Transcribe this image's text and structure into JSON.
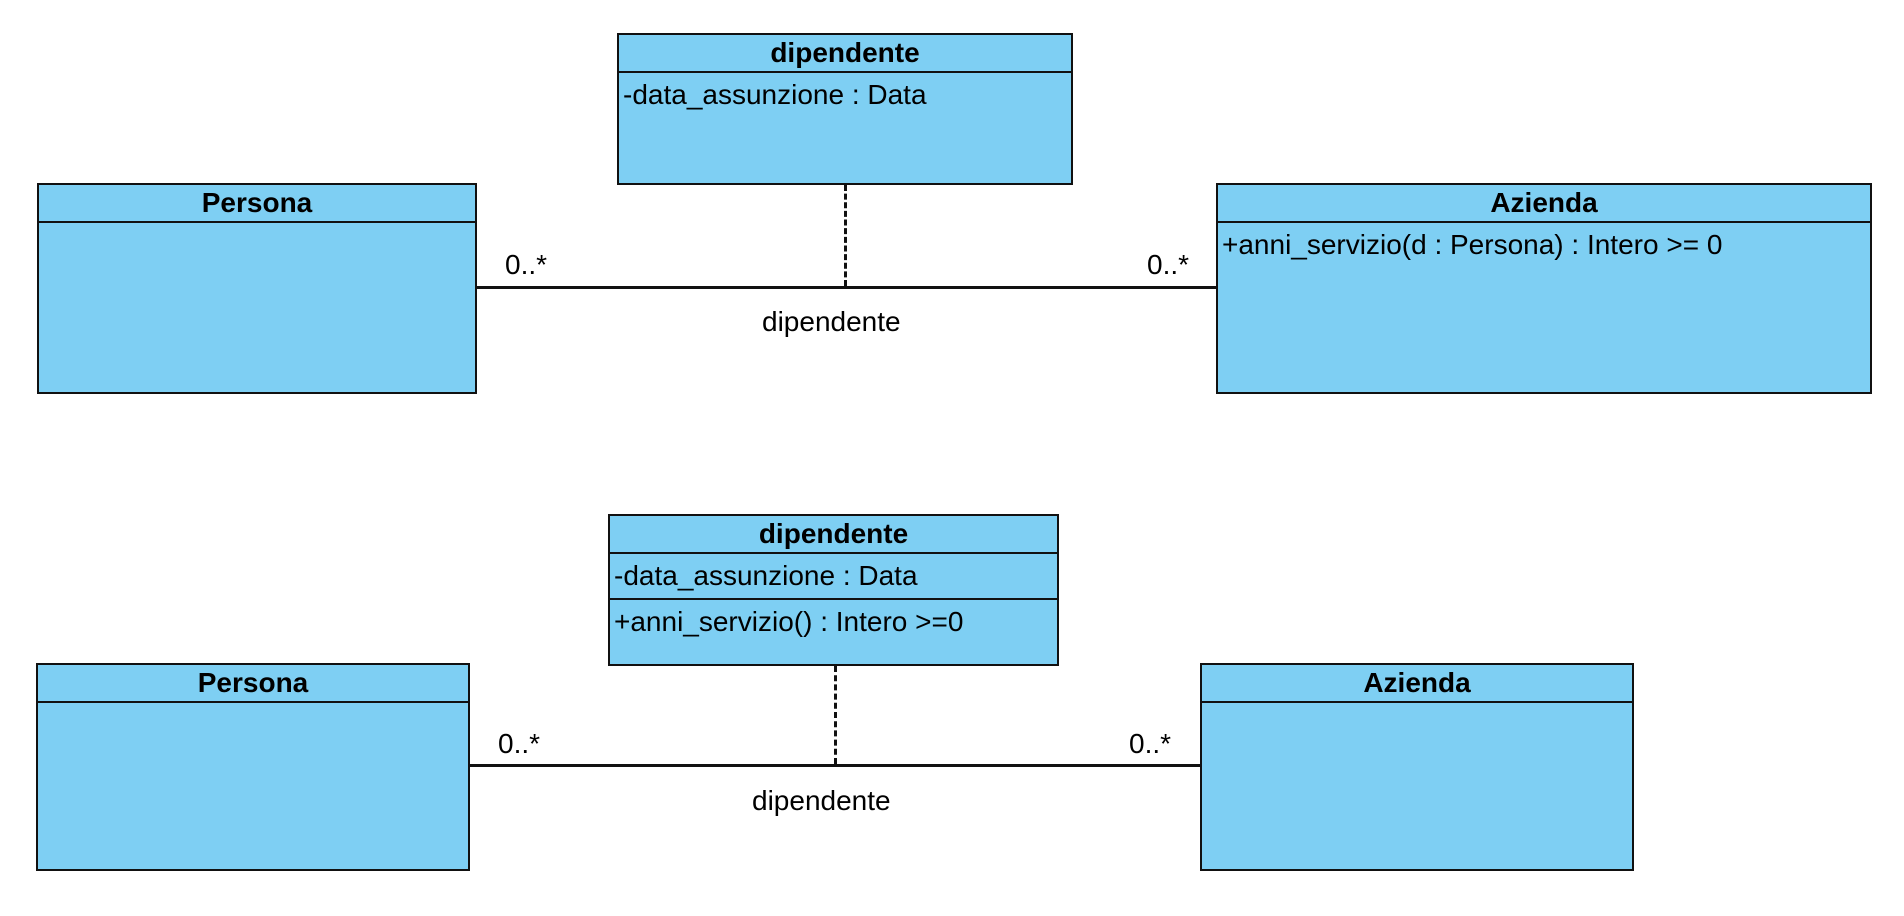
{
  "diagram1": {
    "assoc_class": {
      "name": "dipendente",
      "attribute": "-data_assunzione : Data"
    },
    "left_class": {
      "name": "Persona"
    },
    "right_class": {
      "name": "Azienda",
      "operation": "+anni_servizio(d : Persona) : Intero >= 0"
    },
    "left_multiplicity": "0..*",
    "right_multiplicity": "0..*",
    "association_label": "dipendente"
  },
  "diagram2": {
    "assoc_class": {
      "name": "dipendente",
      "attribute": "-data_assunzione : Data",
      "operation": "+anni_servizio() : Intero >=0"
    },
    "left_class": {
      "name": "Persona"
    },
    "right_class": {
      "name": "Azienda"
    },
    "left_multiplicity": "0..*",
    "right_multiplicity": "0..*",
    "association_label": "dipendente"
  },
  "colors": {
    "class_fill": "#7ecff3",
    "stroke": "#111111"
  }
}
